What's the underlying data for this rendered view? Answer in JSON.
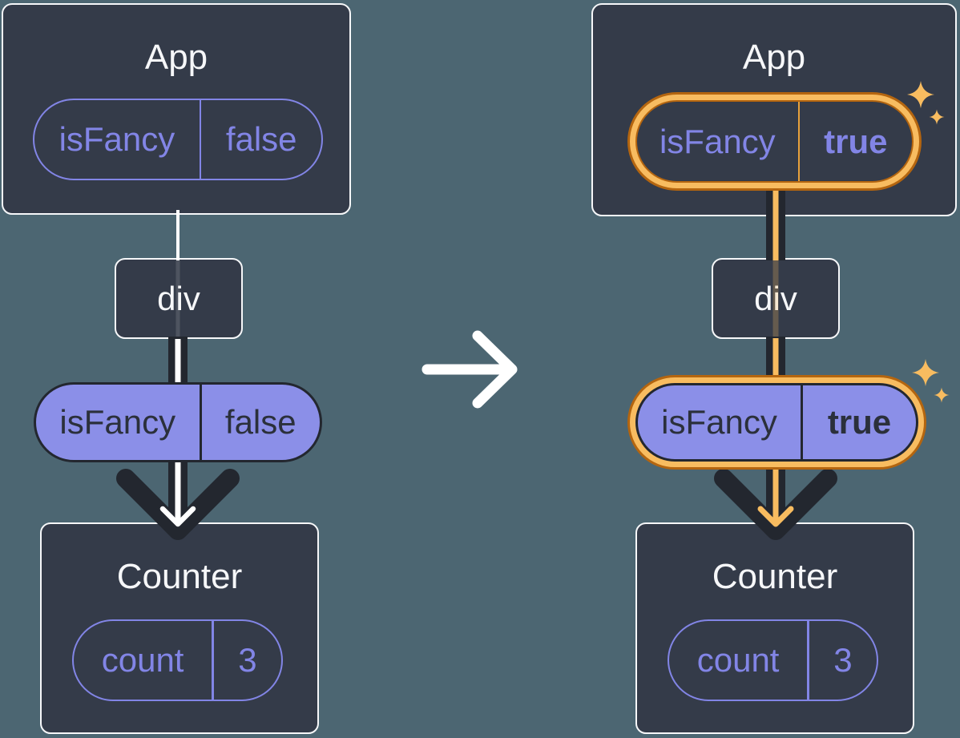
{
  "icons": {
    "transition": "arrow-right-icon",
    "highlight": "sparkles-icon"
  },
  "colors": {
    "background": "#4c6672",
    "card": "#343b49",
    "card_border": "#f6f7f9",
    "purple": "#8285e6",
    "purple_fill": "#8b8fe8",
    "ink_dark": "#23272f",
    "orange": "#f8bc60",
    "orange_dark": "#b4650f",
    "arrow_core_before": "#ffffff",
    "arrow_core_after": "#f8bc60"
  },
  "before": {
    "app": {
      "title": "App",
      "prop": {
        "key": "isFancy",
        "value": "false"
      }
    },
    "container": {
      "title": "div"
    },
    "passed_prop": {
      "key": "isFancy",
      "value": "false"
    },
    "counter": {
      "title": "Counter",
      "state": {
        "key": "count",
        "value": "3"
      }
    }
  },
  "after": {
    "app": {
      "title": "App",
      "prop": {
        "key": "isFancy",
        "value": "true"
      }
    },
    "container": {
      "title": "div"
    },
    "passed_prop": {
      "key": "isFancy",
      "value": "true"
    },
    "counter": {
      "title": "Counter",
      "state": {
        "key": "count",
        "value": "3"
      }
    }
  }
}
